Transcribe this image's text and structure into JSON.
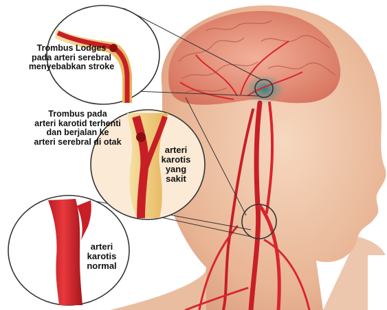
{
  "labels": {
    "lodges": "Trombus Lodges\npada arteri serebral\nmenyebabkan stroke",
    "carotid_stopped": "Trombus pada\narteri karotid terhenti\ndan berjalan ke\narteri serebral di otak",
    "diseased": "arteri\nkarotis\nyang\nsakit",
    "normal": "arteri\nkarotis\nnormal"
  },
  "colors": {
    "artery": "#d8262e",
    "artery_dark": "#9e1318",
    "skin": "#f0c6a8",
    "brain": "#e89a7c",
    "plaque": "#f3d27a",
    "ischemia": "#3f8f90"
  }
}
